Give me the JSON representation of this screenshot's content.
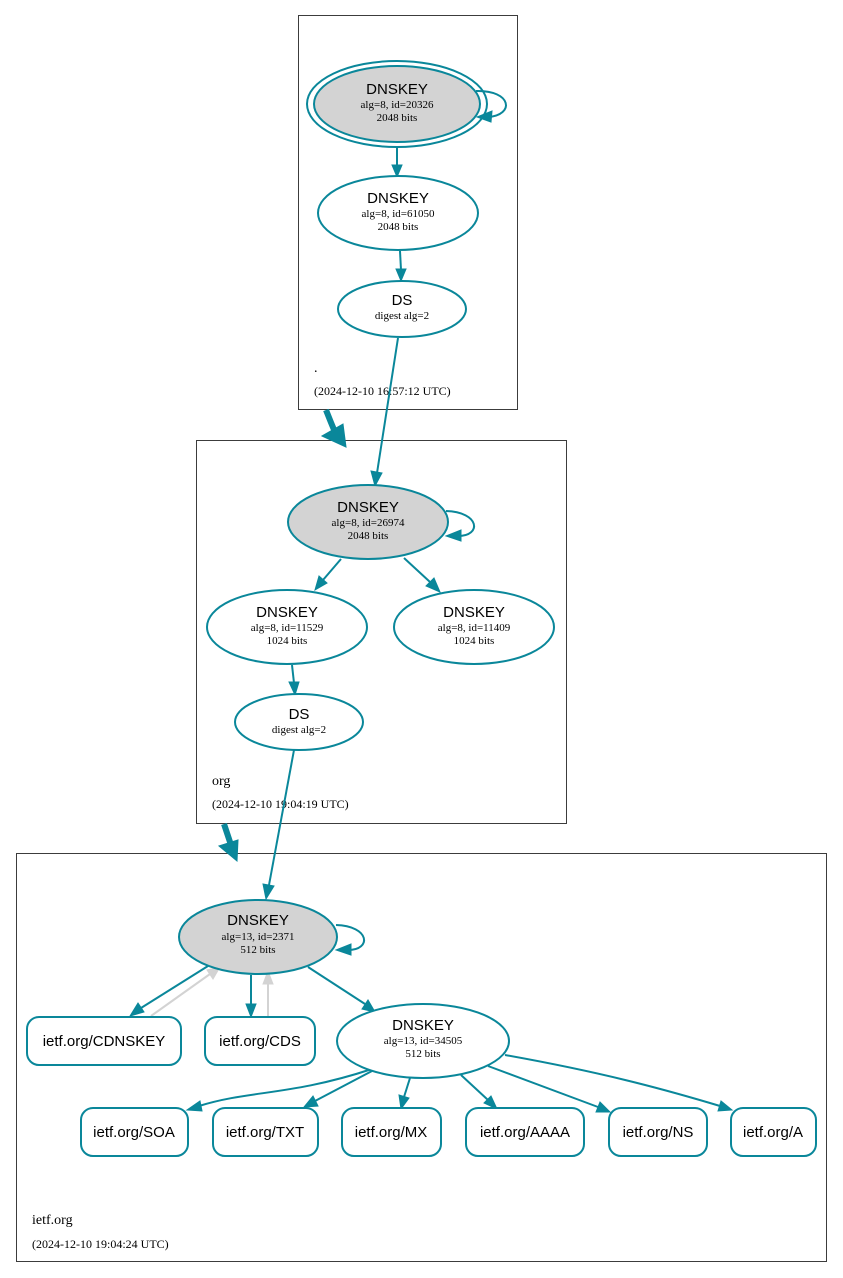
{
  "zones": {
    "root": {
      "name": ".",
      "timestamp": "(2024-12-10 16:57:12 UTC)"
    },
    "org": {
      "name": "org",
      "timestamp": "(2024-12-10 19:04:19 UTC)"
    },
    "ietf": {
      "name": "ietf.org",
      "timestamp": "(2024-12-10 19:04:24 UTC)"
    }
  },
  "nodes": {
    "root_ksk": {
      "title": "DNSKEY",
      "line1": "alg=8, id=20326",
      "line2": "2048 bits"
    },
    "root_zsk": {
      "title": "DNSKEY",
      "line1": "alg=8, id=61050",
      "line2": "2048 bits"
    },
    "root_ds": {
      "title": "DS",
      "line1": "digest alg=2"
    },
    "org_ksk": {
      "title": "DNSKEY",
      "line1": "alg=8, id=26974",
      "line2": "2048 bits"
    },
    "org_zsk1": {
      "title": "DNSKEY",
      "line1": "alg=8, id=11529",
      "line2": "1024 bits"
    },
    "org_zsk2": {
      "title": "DNSKEY",
      "line1": "alg=8, id=11409",
      "line2": "1024 bits"
    },
    "org_ds": {
      "title": "DS",
      "line1": "digest alg=2"
    },
    "ietf_ksk": {
      "title": "DNSKEY",
      "line1": "alg=13, id=2371",
      "line2": "512 bits"
    },
    "ietf_zsk": {
      "title": "DNSKEY",
      "line1": "alg=13, id=34505",
      "line2": "512 bits"
    }
  },
  "records": {
    "cdnskey": "ietf.org/CDNSKEY",
    "cds": "ietf.org/CDS",
    "soa": "ietf.org/SOA",
    "txt": "ietf.org/TXT",
    "mx": "ietf.org/MX",
    "aaaa": "ietf.org/AAAA",
    "ns": "ietf.org/NS",
    "a": "ietf.org/A"
  },
  "colors": {
    "edge": "#0a879a",
    "ksk_fill": "#d3d3d3",
    "zsk_fill": "#ffffff",
    "grey_edge": "#d3d3d3",
    "cluster_border": "#3c3c3c"
  }
}
